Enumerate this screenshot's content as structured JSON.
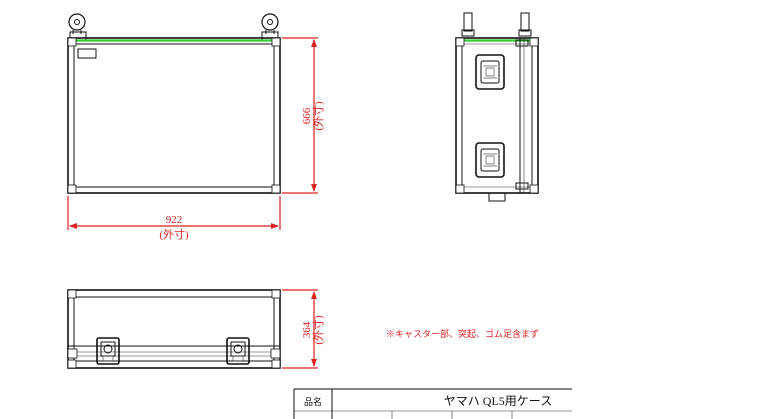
{
  "dimensions": {
    "front_height": "666",
    "front_height_note": "(外寸)",
    "front_width": "922",
    "front_width_note": "(外寸)",
    "bottom_height": "364",
    "bottom_height_note": "(外寸)"
  },
  "note": "※キャスター部、突起、ゴム足含まず",
  "title_block": {
    "label": "品名",
    "value": "ヤマハ QL5用ケース"
  },
  "colors": {
    "dimension": "#dd2222",
    "accent": "#33cc33",
    "outline": "#111111"
  }
}
